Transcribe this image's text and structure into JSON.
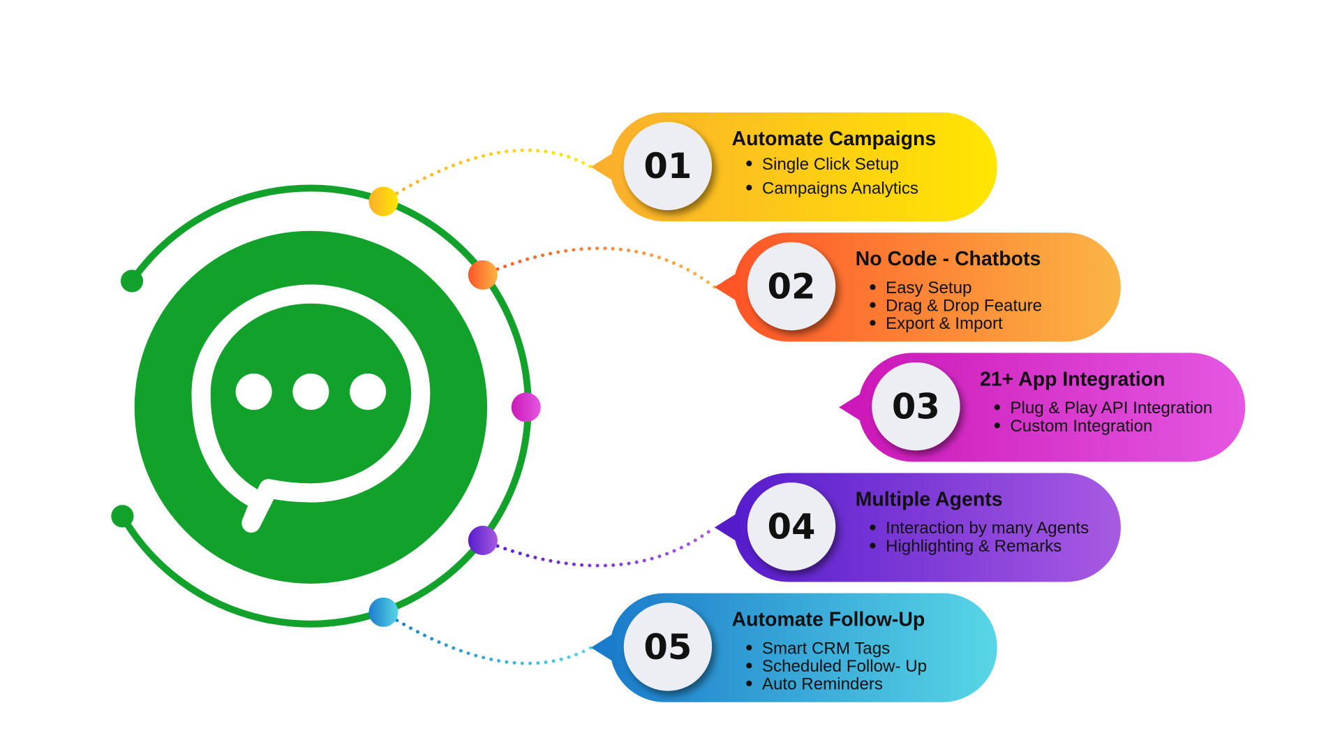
{
  "hub": {
    "icon": "chat-bubble-icon",
    "ring_color": "#12a12a"
  },
  "items": [
    {
      "number": "01",
      "title": "Automate Campaigns",
      "bullets": [
        "Single Click Setup",
        "Campaigns Analytics"
      ],
      "colors": [
        "#fbb02c",
        "#ffe600"
      ]
    },
    {
      "number": "02",
      "title": "No Code - Chatbots",
      "bullets": [
        "Easy Setup",
        "Drag & Drop Feature",
        "Export & Import"
      ],
      "colors": [
        "#ff5527",
        "#fbb545"
      ]
    },
    {
      "number": "03",
      "title": "21+ App Integration",
      "bullets": [
        "Plug & Play API Integration",
        "Custom Integration"
      ],
      "colors": [
        "#cc18b8",
        "#e458e2"
      ]
    },
    {
      "number": "04",
      "title": "Multiple Agents",
      "bullets": [
        "Interaction by many Agents",
        "Highlighting & Remarks"
      ],
      "colors": [
        "#561ccc",
        "#a85ae2"
      ]
    },
    {
      "number": "05",
      "title": "Automate Follow-Up",
      "bullets": [
        "Smart CRM Tags",
        "Scheduled Follow- Up",
        "Auto Reminders"
      ],
      "colors": [
        "#1b7ccb",
        "#58d6e6"
      ]
    }
  ]
}
